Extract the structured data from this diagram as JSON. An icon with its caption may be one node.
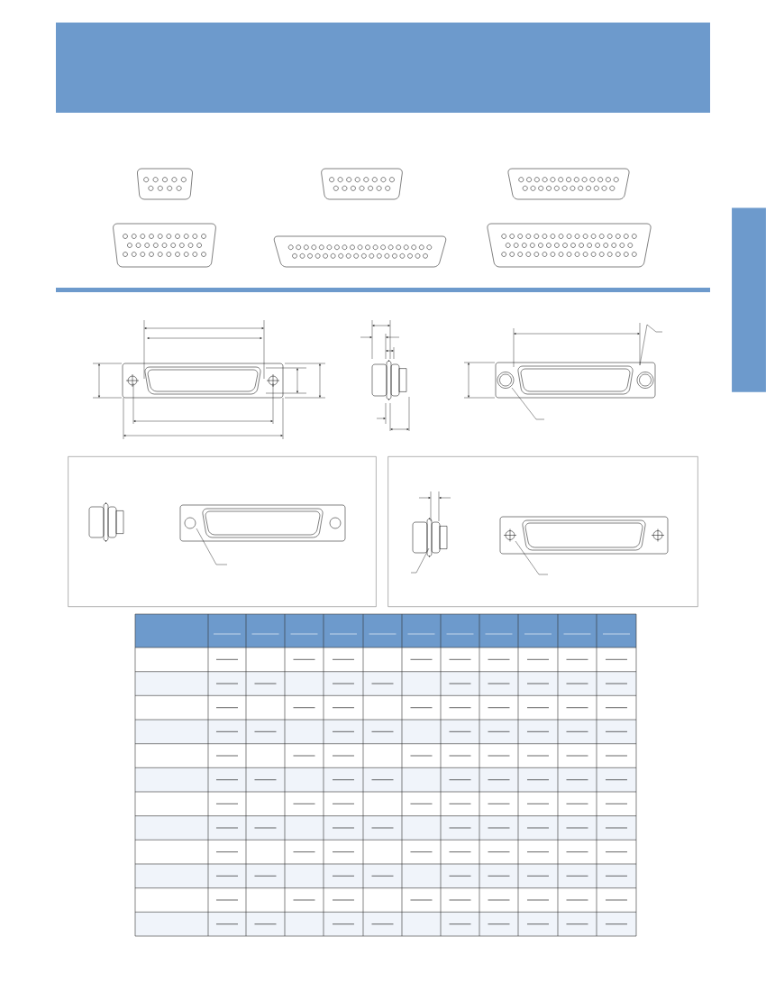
{
  "diagram": {
    "nodes": [
      {
        "text": [],
        "shape": "box"
      },
      {
        "text": [],
        "shape": "box"
      },
      {
        "text": [],
        "shape": "bar"
      }
    ],
    "edges": []
  }
}
